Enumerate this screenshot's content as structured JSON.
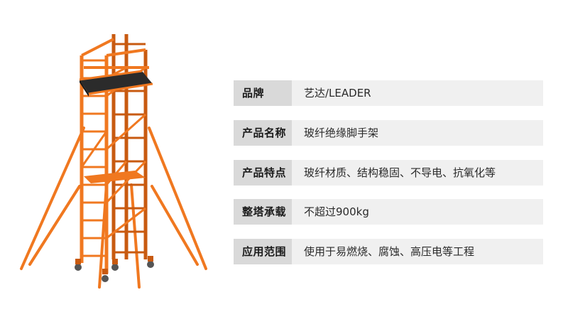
{
  "specs": [
    {
      "label": "品牌",
      "value": "艺达/LEADER"
    },
    {
      "label": "产品名称",
      "value": "玻纤绝缘脚手架"
    },
    {
      "label": "产品特点",
      "value": "玻纤材质、结构稳固、不导电、抗氧化等"
    },
    {
      "label": "整塔承载",
      "value": "不超过900kg"
    },
    {
      "label": "应用范围",
      "value": "使用于易燃烧、腐蚀、高压电等工程"
    }
  ],
  "colors": {
    "frame": "#f07820",
    "frame_dark": "#c85a10",
    "platform": "#2b2b2b",
    "key_bg": "#d9d9d9",
    "value_bg": "#f0f0f0"
  }
}
